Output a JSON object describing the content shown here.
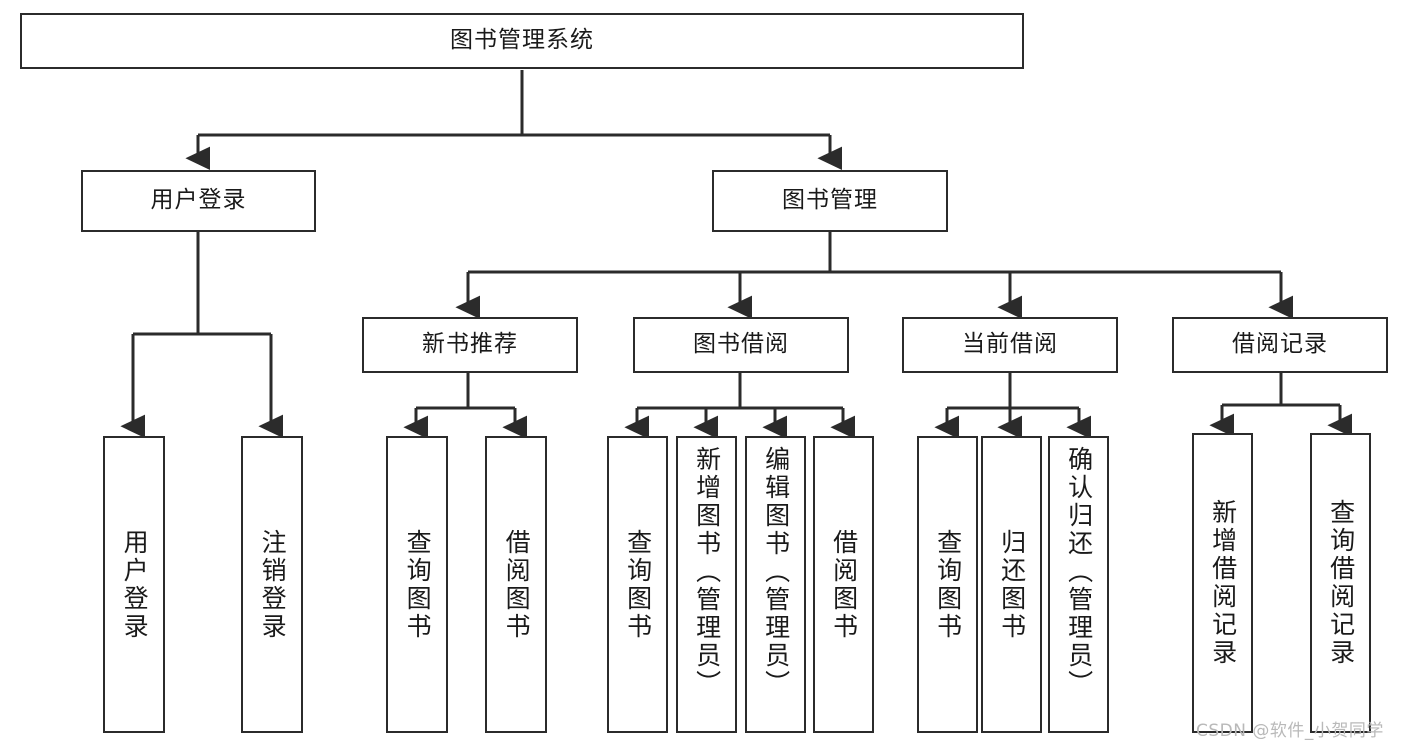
{
  "diagram": {
    "title": "图书管理系统",
    "type": "tree-hierarchy",
    "stroke_color": "#2b2b2b",
    "fill_color": "#ffffff",
    "text_color": "#1a1a1a",
    "watermark": "CSDN @软件_小贺同学",
    "root": {
      "label": "图书管理系统"
    },
    "level2": [
      {
        "label": "用户登录"
      },
      {
        "label": "图书管理"
      }
    ],
    "level3": [
      {
        "label": "新书推荐"
      },
      {
        "label": "图书借阅"
      },
      {
        "label": "当前借阅"
      },
      {
        "label": "借阅记录"
      }
    ],
    "leaves_user_login": [
      {
        "label": "用户登录"
      },
      {
        "label": "注销登录"
      }
    ],
    "leaves_new_book": [
      {
        "label": "查询图书"
      },
      {
        "label": "借阅图书"
      }
    ],
    "leaves_borrow": [
      {
        "label": "查询图书"
      },
      {
        "label": "新增图书（管理员）"
      },
      {
        "label": "编辑图书（管理员）"
      },
      {
        "label": "借阅图书"
      }
    ],
    "leaves_current": [
      {
        "label": "查询图书"
      },
      {
        "label": "归还图书"
      },
      {
        "label": "确认归还（管理员）"
      }
    ],
    "leaves_records": [
      {
        "label": "新增借阅记录"
      },
      {
        "label": "查询借阅记录"
      }
    ]
  }
}
